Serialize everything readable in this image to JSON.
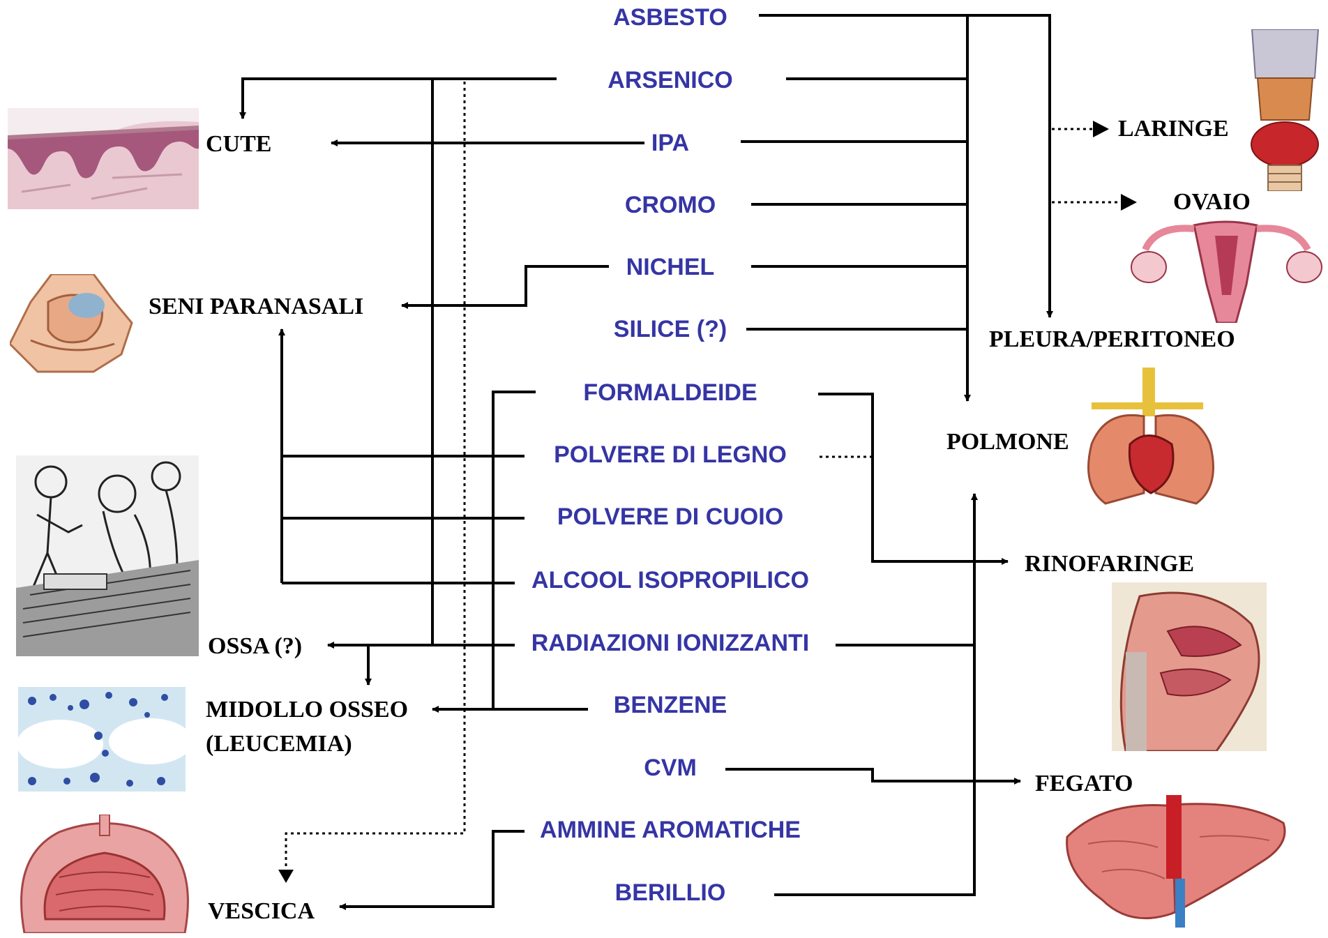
{
  "agents": {
    "asbesto": "ASBESTO",
    "arsenico": "ARSENICO",
    "ipa": "IPA",
    "cromo": "CROMO",
    "nichel": "NICHEL",
    "silice": "SILICE (?)",
    "formaldeide": "FORMALDEIDE",
    "polvere_legno": "POLVERE DI LEGNO",
    "polvere_cuoio": "POLVERE DI CUOIO",
    "alcool_isopropilico": "ALCOOL ISOPROPILICO",
    "radiazioni": "RADIAZIONI IONIZZANTI",
    "benzene": "BENZENE",
    "cvm": "CVM",
    "ammine": "AMMINE AROMATICHE",
    "berillio": "BERILLIO"
  },
  "organs": {
    "cute": "CUTE",
    "seni_paranasali": "SENI PARANASALI",
    "ossa": "OSSA (?)",
    "midollo_line1": "MIDOLLO OSSEO",
    "midollo_line2": "(LEUCEMIA)",
    "vescica": "VESCICA",
    "laringe": "LARINGE",
    "ovaio": "OVAIO",
    "pleura": "PLEURA/PERITONEO",
    "polmone": "POLMONE",
    "rinofaringe": "RINOFARINGE",
    "fegato": "FEGATO"
  },
  "agent_color": "#3535a5",
  "organ_color": "#000000",
  "line_color": "#000000"
}
